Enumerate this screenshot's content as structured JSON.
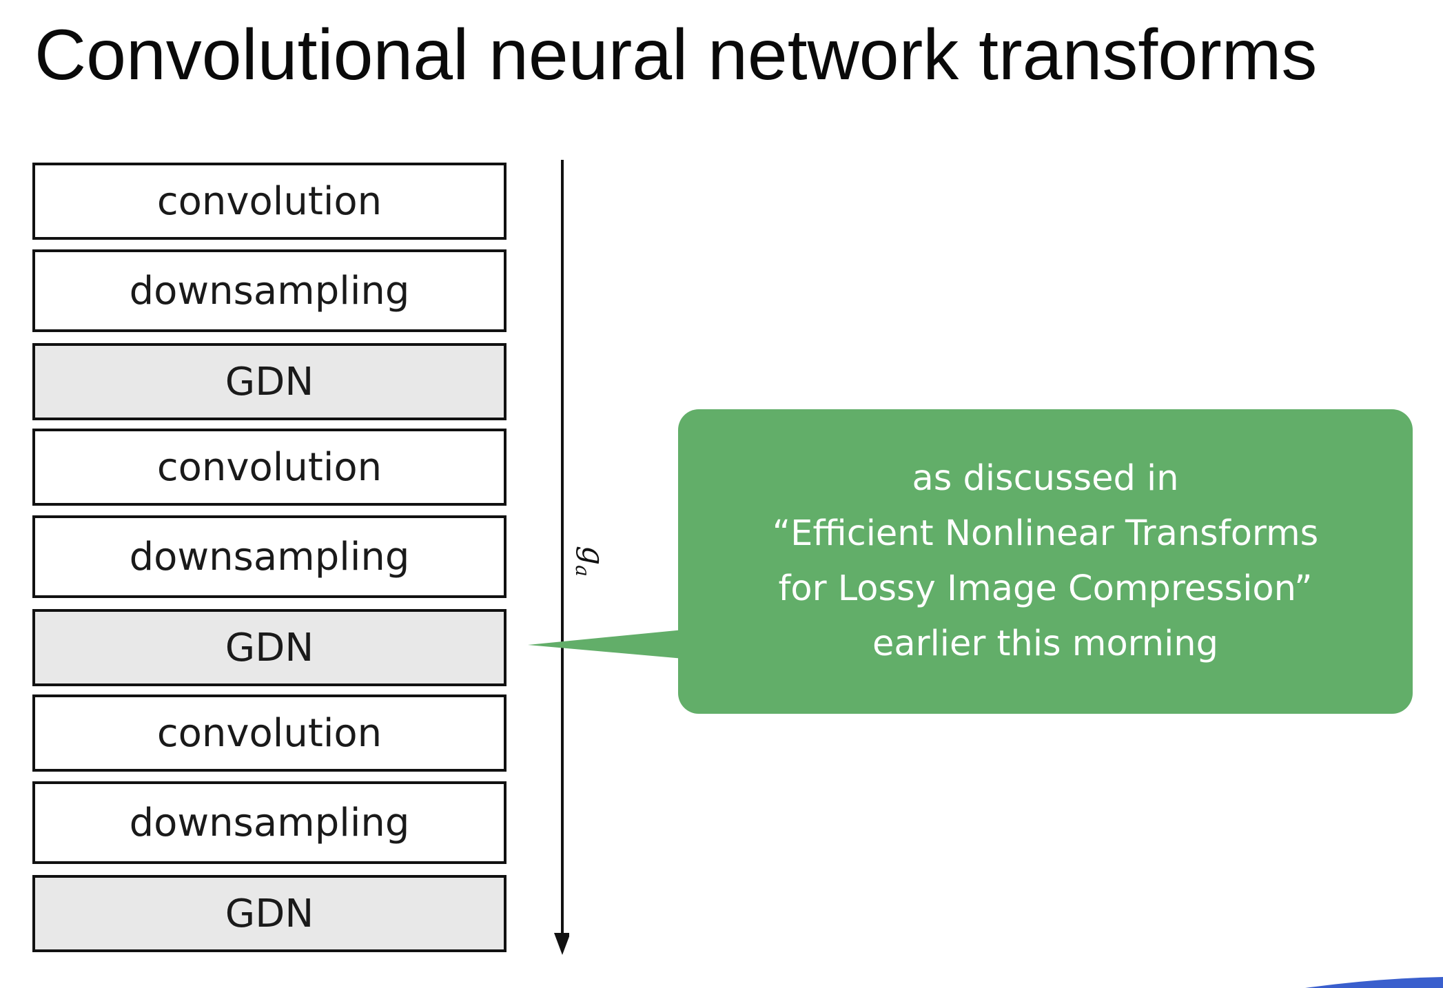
{
  "slide": {
    "title": "Convolutional neural network transforms"
  },
  "layers": [
    {
      "label": "convolution",
      "type": "linear"
    },
    {
      "label": "downsampling",
      "type": "linear"
    },
    {
      "label": "GDN",
      "type": "nonlinear"
    },
    {
      "label": "convolution",
      "type": "linear"
    },
    {
      "label": "downsampling",
      "type": "linear"
    },
    {
      "label": "GDN",
      "type": "nonlinear"
    },
    {
      "label": "convolution",
      "type": "linear"
    },
    {
      "label": "downsampling",
      "type": "linear"
    },
    {
      "label": "GDN",
      "type": "nonlinear"
    }
  ],
  "arrow_label": {
    "symbol": "g",
    "subscript": "a"
  },
  "callout": {
    "lines": [
      "as discussed in",
      "“Efficient Nonlinear Transforms",
      "for Lossy Image Compression”",
      "earlier this morning"
    ]
  },
  "colors": {
    "callout_fill": "#62ae69",
    "nonlinear_layer_fill": "#e8e8e8",
    "linear_layer_fill": "#ffffff",
    "border": "#111111"
  }
}
